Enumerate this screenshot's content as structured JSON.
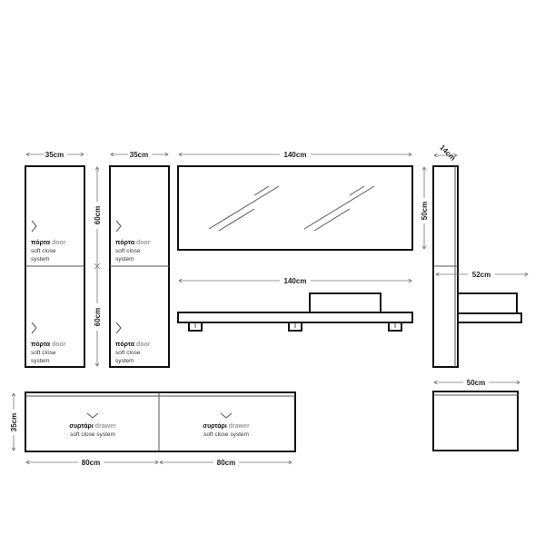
{
  "dimensions": {
    "cab1_width": "35cm",
    "cab2_width": "35cm",
    "door_height_top": "60cm",
    "door_height_bottom": "60cm",
    "mirror_width": "140cm",
    "mirror_height": "50cm",
    "shelf_width": "140cm",
    "side_depth": "14cm",
    "side_shelf_depth": "52cm",
    "drawer_depth": "50cm",
    "drawer_height": "35cm",
    "drawer1_width": "80cm",
    "drawer2_width": "80cm"
  },
  "labels": {
    "door_gr": "πόρτα",
    "door_en": "door",
    "door_sub1": "soft close",
    "door_sub2": "system",
    "drawer_gr": "συρτάρι",
    "drawer_en": "drawer",
    "drawer_sub": "soft close system"
  }
}
